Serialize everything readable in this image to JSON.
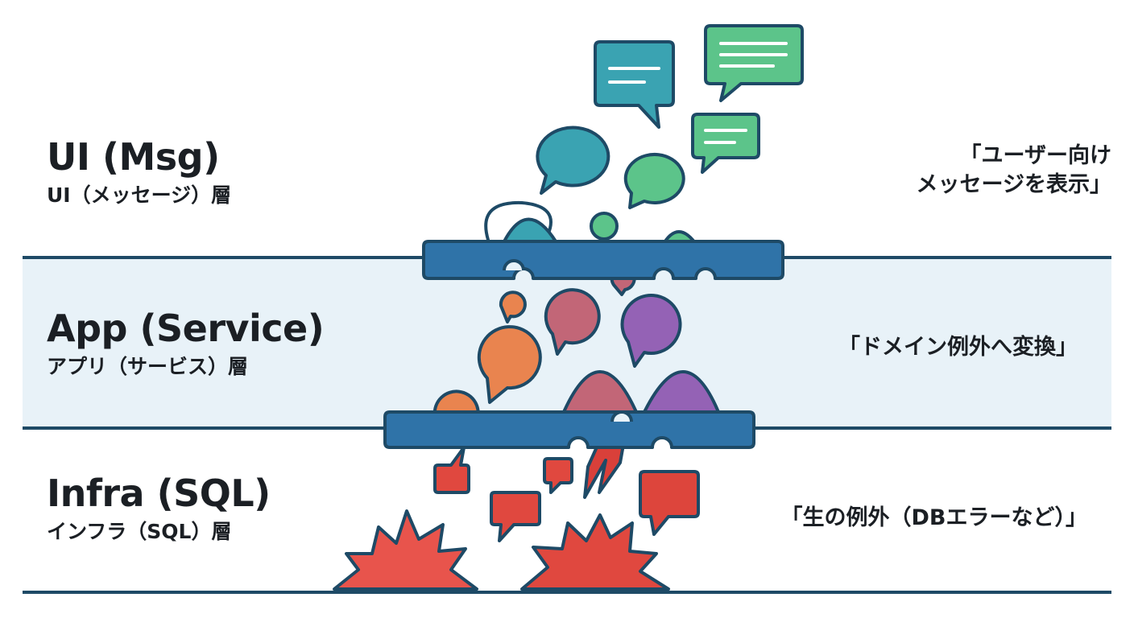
{
  "layers": [
    {
      "title": "UI (Msg)",
      "subtitle": "UI（メッセージ）層",
      "note": "「ユーザー向け\nメッセージを表示」"
    },
    {
      "title": "App (Service)",
      "subtitle": "アプリ（サービス）層",
      "note": "「ドメイン例外へ変換」"
    },
    {
      "title": "Infra (SQL)",
      "subtitle": "インフラ（SQL）層",
      "note": "「生の例外（DBエラーなど）」"
    }
  ],
  "colors": {
    "outline": "#1e4a66",
    "band": "#e8f2f8",
    "filter": "#2f73a8",
    "ui_teal": "#3aa3b2",
    "ui_green": "#5cc48a",
    "app_orange": "#e9844f",
    "app_rose": "#c26677",
    "app_purple": "#9462b5",
    "infra_red": "#e0483f"
  }
}
